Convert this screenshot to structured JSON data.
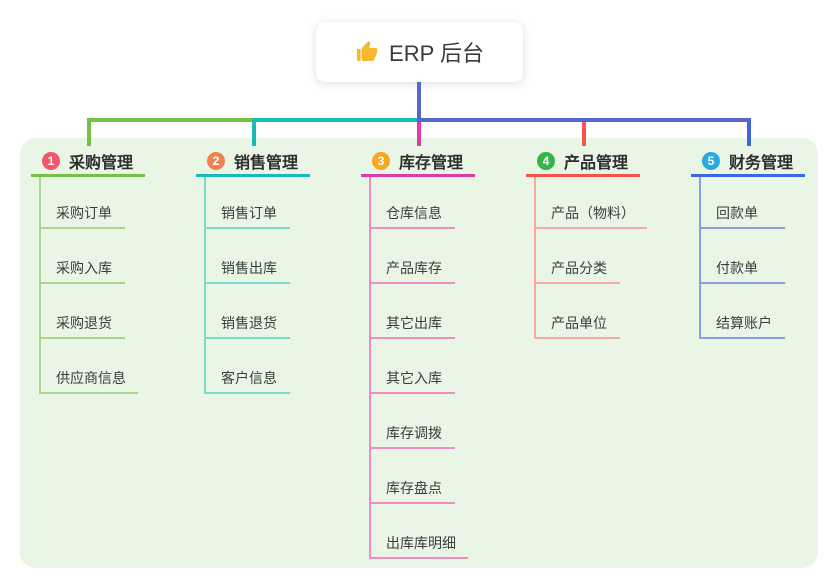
{
  "root": {
    "title": "ERP 后台",
    "icon": "thumbs-up-icon",
    "icon_color": "#f5b82e",
    "line_color": "#5566cc"
  },
  "branches": [
    {
      "num": "1",
      "label": "采购管理",
      "badge_color": "#f4566c",
      "accent": "#76c043",
      "light": "#a9d687",
      "children": [
        "采购订单",
        "采购入库",
        "采购退货",
        "供应商信息"
      ]
    },
    {
      "num": "2",
      "label": "销售管理",
      "badge_color": "#f08150",
      "accent": "#17bcb4",
      "light": "#7ed8cd",
      "children": [
        "销售订单",
        "销售出库",
        "销售退货",
        "客户信息"
      ]
    },
    {
      "num": "3",
      "label": "库存管理",
      "badge_color": "#f7a823",
      "accent": "#e03ba2",
      "light": "#f08cc4",
      "children": [
        "仓库信息",
        "产品库存",
        "其它出库",
        "其它入库",
        "库存调拨",
        "库存盘点",
        "出库库明细"
      ]
    },
    {
      "num": "4",
      "label": "产品管理",
      "badge_color": "#34b44a",
      "accent": "#f5544a",
      "light": "#f9a9a1",
      "children": [
        "产品（物料）",
        "产品分类",
        "产品单位"
      ]
    },
    {
      "num": "5",
      "label": "财务管理",
      "badge_color": "#2aa9e0",
      "accent": "#3c67e3",
      "light": "#8c9fdd",
      "children": [
        "回款单",
        "付款单",
        "结算账户"
      ]
    }
  ]
}
